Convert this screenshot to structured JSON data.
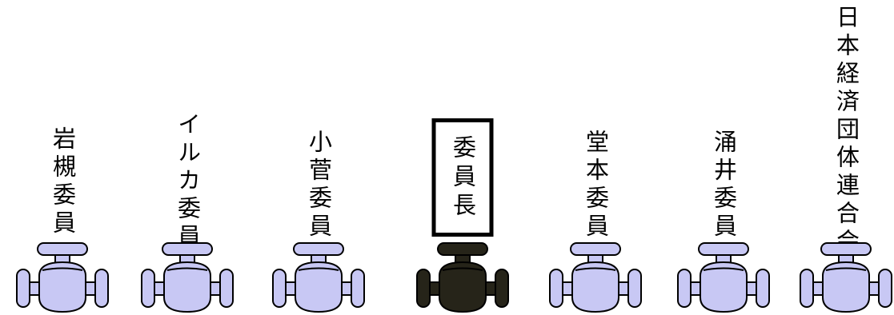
{
  "colors": {
    "member_chair": "#c8c8f4",
    "chair_line": "#6a6aa6",
    "chairman_chair": "#262419"
  },
  "seats": [
    {
      "name": "岩槻委員",
      "role": "member"
    },
    {
      "name": "イルカ委員",
      "role": "member"
    },
    {
      "name": "小菅委員",
      "role": "member"
    },
    {
      "name": "委員長",
      "role": "chairman"
    },
    {
      "name": "堂本委員",
      "role": "member"
    },
    {
      "name": "涌井委員",
      "role": "member"
    },
    {
      "name": "日本経済団体連合会",
      "role": "member"
    }
  ]
}
